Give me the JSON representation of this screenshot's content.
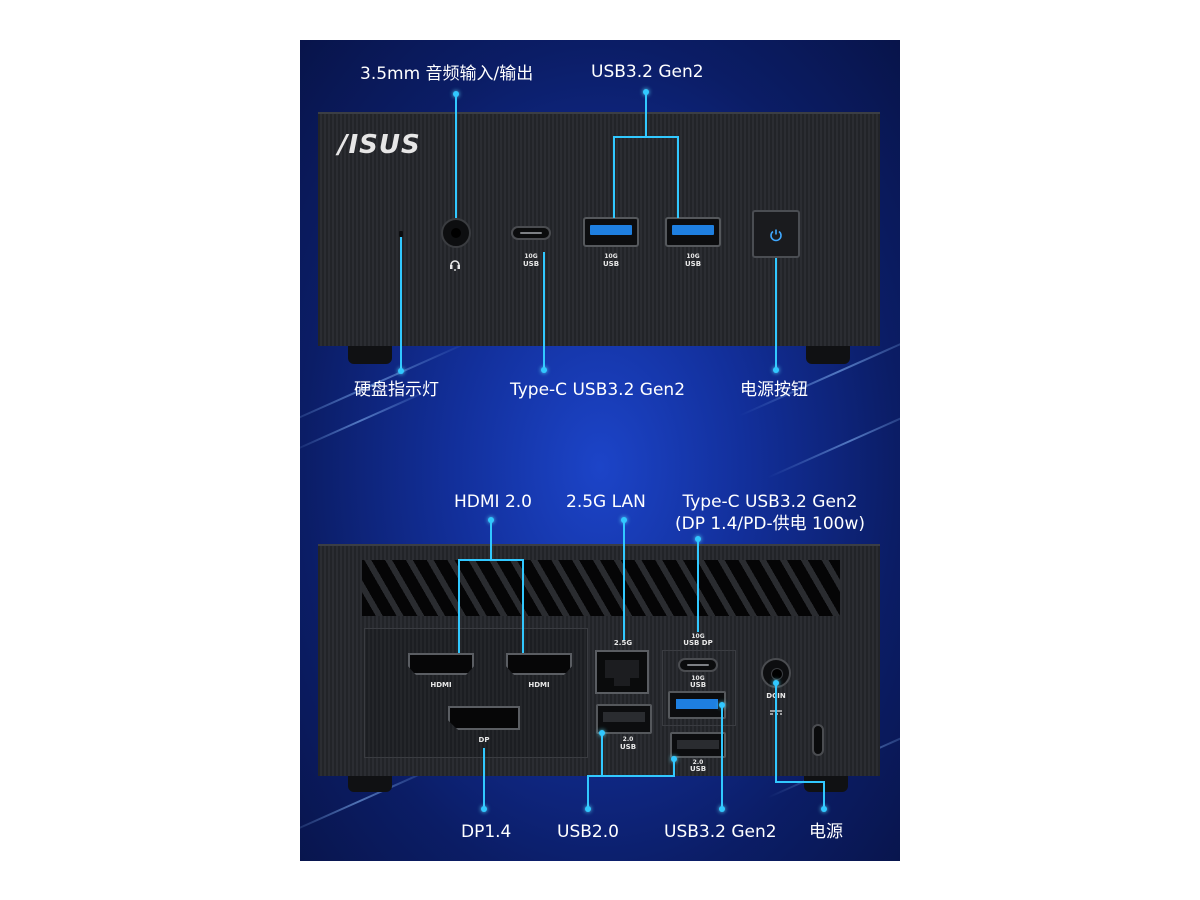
{
  "front": {
    "brand": "/ISUS",
    "labels": {
      "audio": "3.5mm 音频输入/输出",
      "usb_top": "USB3.2 Gen2",
      "hdd_led": "硬盘指示灯",
      "typec": "Type-C USB3.2 Gen2",
      "power_button": "电源按钮"
    },
    "port_marks": {
      "typec_speed": "10G",
      "typec_usb": "USB",
      "usb1_speed": "10G",
      "usb1_usb": "USB",
      "usb2_speed": "10G",
      "usb2_usb": "USB"
    }
  },
  "rear": {
    "labels": {
      "hdmi": "HDMI 2.0",
      "lan": "2.5G LAN",
      "typec_line1": "Type-C USB3.2 Gen2",
      "typec_line2": "(DP 1.4/PD-供电 100w)",
      "dp": "DP1.4",
      "usb2": "USB2.0",
      "usb32": "USB3.2 Gen2",
      "power": "电源"
    },
    "port_marks": {
      "hdmi1": "HDMI",
      "hdmi2": "HDMI",
      "dp": "DP",
      "lan": "2.5G",
      "typec_speed": "10G",
      "typec_label": "USB DP",
      "usb3_speed": "10G",
      "usb3_usb": "USB",
      "usb2a_ver": "2.0",
      "usb2a_usb": "USB",
      "usb2b_ver": "2.0",
      "usb2b_usb": "USB",
      "dcin": "DCIN"
    }
  },
  "colors": {
    "callout": "#31c8ff",
    "usb3_blue": "#1e7fe0",
    "background": "#122f9a"
  }
}
